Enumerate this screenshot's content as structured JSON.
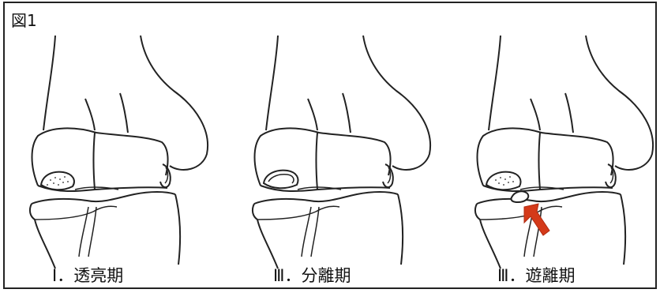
{
  "figure": {
    "label": "図1"
  },
  "stages": [
    {
      "caption": "Ⅰ．透亮期"
    },
    {
      "caption": "Ⅲ．分離期"
    },
    {
      "caption": "Ⅲ．遊離期"
    }
  ],
  "colors": {
    "line": "#222222",
    "arrow": "#d43a1a",
    "lesion_fill": "#ffffff"
  },
  "icons": [
    "knee-joint-diagram",
    "arrow-icon"
  ]
}
